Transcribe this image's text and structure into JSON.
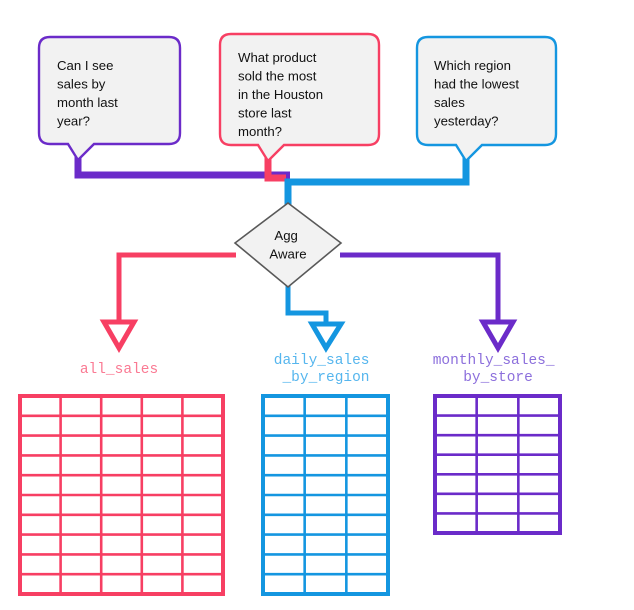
{
  "diagram": {
    "title": "Agg Aware query routing diagram",
    "colors": {
      "pink": "#F73F63",
      "pink_label": "#FA7A93",
      "blue": "#1496E0",
      "blue_label": "#56B6EE",
      "purple": "#6B2BC9",
      "purple_label": "#8C6FDC",
      "bubble_fill": "#F2F2F2",
      "diamond_fill": "#F2F2F2",
      "diamond_stroke": "#595959",
      "text": "#111111"
    },
    "questions": [
      {
        "id": "question-month-sales",
        "accent": "#6B2BC9",
        "lines": [
          "Can I see",
          "sales by",
          "month last",
          "year?"
        ],
        "text": "Can I see sales by month last year?"
      },
      {
        "id": "question-houston-product",
        "accent": "#F73F63",
        "lines": [
          "What product",
          "sold the most",
          "in the Houston",
          "store last",
          "month?"
        ],
        "text": "What product sold the most in the Houston store last month?"
      },
      {
        "id": "question-lowest-region",
        "accent": "#1496E0",
        "lines": [
          "Which region",
          "had the lowest",
          "sales",
          "yesterday?"
        ],
        "text": "Which region had the lowest sales yesterday?"
      }
    ],
    "decision": {
      "id": "agg-aware-node",
      "lines": [
        "Agg",
        "Aware"
      ],
      "text": "Agg Aware"
    },
    "tables": [
      {
        "id": "table-all-sales",
        "name": "all_sales",
        "lines": [
          "all_sales"
        ],
        "accent": "#F73F63",
        "label_color": "#FA7A93",
        "columns": 5,
        "rows": 10
      },
      {
        "id": "table-daily-sales-by-region",
        "name": "daily_sales_by_region",
        "lines": [
          "daily_sales",
          "_by_region"
        ],
        "accent": "#1496E0",
        "label_color": "#56B6EE",
        "columns": 3,
        "rows": 10
      },
      {
        "id": "table-monthly-sales-by-store",
        "name": "monthly_sales_by_store",
        "lines": [
          "monthly_sales_",
          "by_store"
        ],
        "accent": "#6B2BC9",
        "label_color": "#8C6FDC",
        "columns": 3,
        "rows": 7
      }
    ]
  }
}
